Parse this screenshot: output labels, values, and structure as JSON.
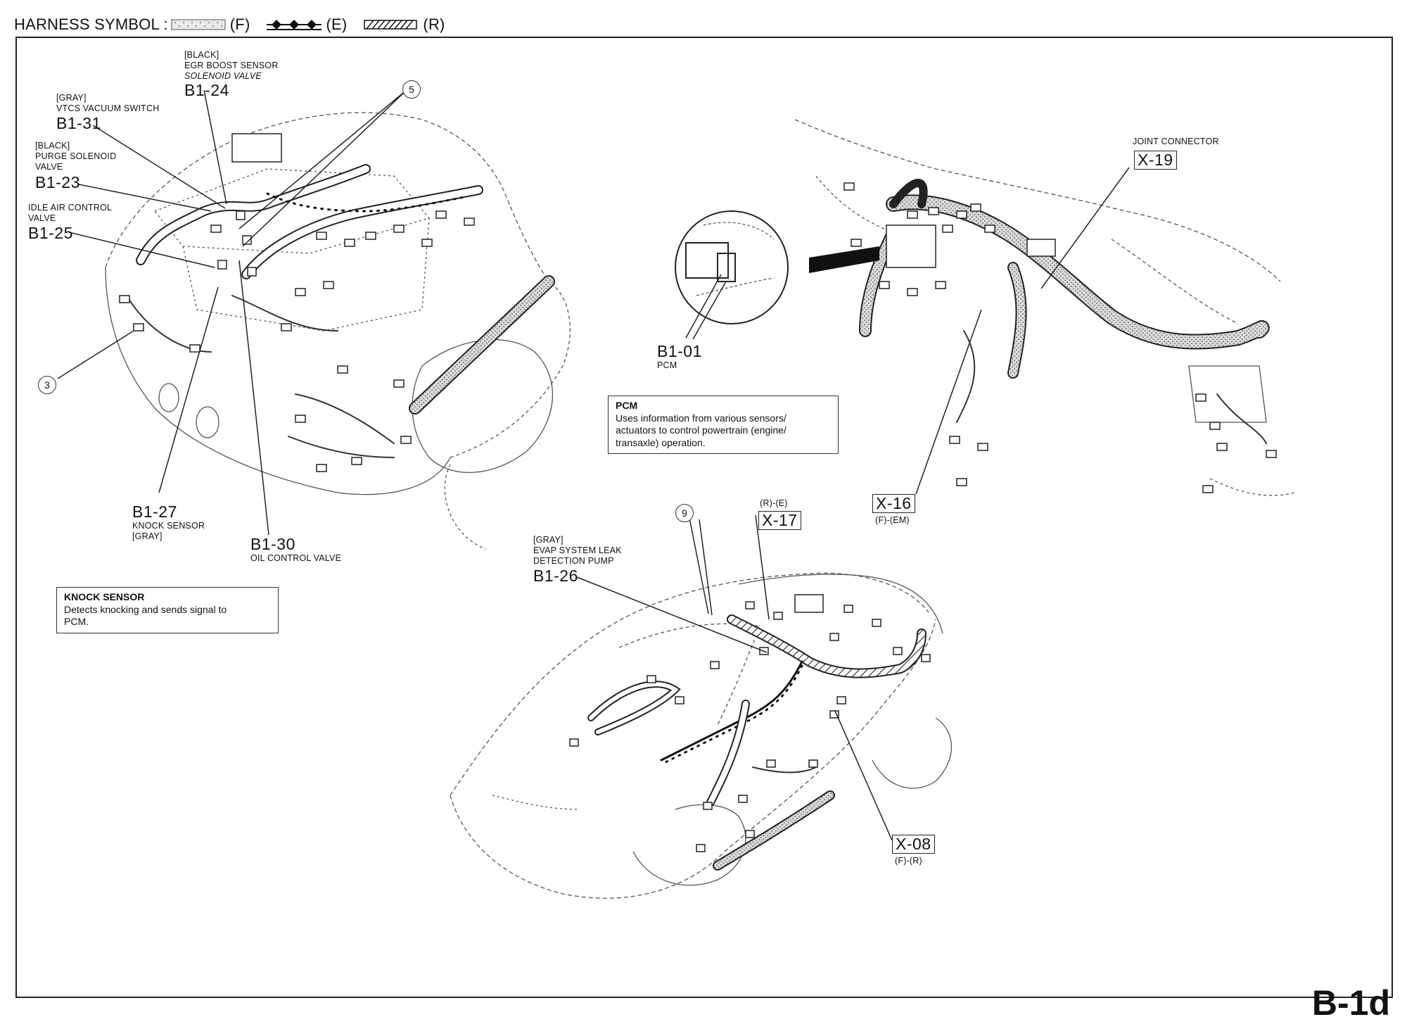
{
  "legend": {
    "title": "HARNESS SYMBOL :",
    "items": [
      {
        "symbol": "dotted-band",
        "code": "(F)"
      },
      {
        "symbol": "diamond-band",
        "code": "(E)"
      },
      {
        "symbol": "hatched-band",
        "code": "(R)"
      }
    ]
  },
  "components": {
    "b1_24": {
      "color": "[BLACK]",
      "name": "EGR BOOST SENSOR",
      "name2": "SOLENOID VALVE",
      "code": "B1-24"
    },
    "b1_31": {
      "color": "[GRAY]",
      "name": "VTCS VACUUM SWITCH",
      "code": "B1-31"
    },
    "b1_23": {
      "color": "[BLACK]",
      "name": "PURGE SOLENOID",
      "name2": "VALVE",
      "code": "B1-23"
    },
    "b1_25": {
      "name": "IDLE AIR CONTROL",
      "name2": "VALVE",
      "code": "B1-25"
    },
    "b1_27": {
      "code": "B1-27",
      "name": "KNOCK SENSOR",
      "color": "[GRAY]"
    },
    "b1_30": {
      "code": "B1-30",
      "name": "OIL CONTROL VALVE"
    },
    "b1_01": {
      "code": "B1-01",
      "name": "PCM"
    },
    "b1_26": {
      "color": "[GRAY]",
      "name": "EVAP SYSTEM LEAK",
      "name2": "DETECTION PUMP",
      "code": "B1-26"
    }
  },
  "connectors": {
    "x19": {
      "title": "JOINT CONNECTOR",
      "code": "X-19"
    },
    "x16": {
      "code": "X-16",
      "sub": "(F)-(EM)"
    },
    "x17": {
      "sub": "(R)-(E)",
      "code": "X-17"
    },
    "x08": {
      "code": "X-08",
      "sub": "(F)-(R)"
    }
  },
  "callouts": {
    "n5": "5",
    "n3": "3",
    "n9": "9"
  },
  "notes": {
    "pcm": {
      "title": "PCM",
      "body": [
        "Uses information from various sensors/",
        "actuators to control powertrain (engine/",
        "transaxle) operation."
      ]
    },
    "knock": {
      "title": "KNOCK SENSOR",
      "body": [
        "Detects knocking and sends signal to",
        "PCM."
      ]
    }
  },
  "page_id": "B-1d"
}
